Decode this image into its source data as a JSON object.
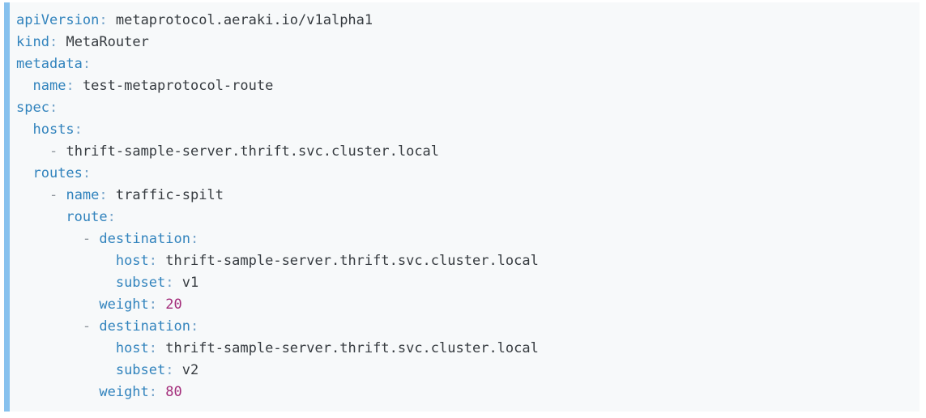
{
  "page": {
    "background_color": "#ffffff"
  },
  "code_block": {
    "language": "yaml",
    "background_color": "#f7f9fa",
    "border_left_color": "#87c1ee",
    "colors": {
      "key": "#3183bd",
      "colon": "#74a3c9",
      "dash": "#8f969c",
      "value": "#363b40",
      "number": "#a32c7a"
    },
    "lines": [
      [
        [
          "key",
          "apiVersion"
        ],
        [
          "colon",
          ":"
        ],
        [
          "ws",
          " "
        ],
        [
          "value",
          "metaprotocol.aeraki.io/v1alpha1"
        ]
      ],
      [
        [
          "key",
          "kind"
        ],
        [
          "colon",
          ":"
        ],
        [
          "ws",
          " "
        ],
        [
          "value",
          "MetaRouter"
        ]
      ],
      [
        [
          "key",
          "metadata"
        ],
        [
          "colon",
          ":"
        ]
      ],
      [
        [
          "ws",
          "  "
        ],
        [
          "key",
          "name"
        ],
        [
          "colon",
          ":"
        ],
        [
          "ws",
          " "
        ],
        [
          "value",
          "test-metaprotocol-route"
        ]
      ],
      [
        [
          "key",
          "spec"
        ],
        [
          "colon",
          ":"
        ]
      ],
      [
        [
          "ws",
          "  "
        ],
        [
          "key",
          "hosts"
        ],
        [
          "colon",
          ":"
        ]
      ],
      [
        [
          "ws",
          "    "
        ],
        [
          "dash",
          "-"
        ],
        [
          "ws",
          " "
        ],
        [
          "value",
          "thrift-sample-server.thrift.svc.cluster.local"
        ]
      ],
      [
        [
          "ws",
          "  "
        ],
        [
          "key",
          "routes"
        ],
        [
          "colon",
          ":"
        ]
      ],
      [
        [
          "ws",
          "    "
        ],
        [
          "dash",
          "-"
        ],
        [
          "ws",
          " "
        ],
        [
          "key",
          "name"
        ],
        [
          "colon",
          ":"
        ],
        [
          "ws",
          " "
        ],
        [
          "value",
          "traffic-spilt"
        ]
      ],
      [
        [
          "ws",
          "      "
        ],
        [
          "key",
          "route"
        ],
        [
          "colon",
          ":"
        ]
      ],
      [
        [
          "ws",
          "        "
        ],
        [
          "dash",
          "-"
        ],
        [
          "ws",
          " "
        ],
        [
          "key",
          "destination"
        ],
        [
          "colon",
          ":"
        ]
      ],
      [
        [
          "ws",
          "            "
        ],
        [
          "key",
          "host"
        ],
        [
          "colon",
          ":"
        ],
        [
          "ws",
          " "
        ],
        [
          "value",
          "thrift-sample-server.thrift.svc.cluster.local"
        ]
      ],
      [
        [
          "ws",
          "            "
        ],
        [
          "key",
          "subset"
        ],
        [
          "colon",
          ":"
        ],
        [
          "ws",
          " "
        ],
        [
          "value",
          "v1"
        ]
      ],
      [
        [
          "ws",
          "          "
        ],
        [
          "key",
          "weight"
        ],
        [
          "colon",
          ":"
        ],
        [
          "ws",
          " "
        ],
        [
          "number",
          "20"
        ]
      ],
      [
        [
          "ws",
          "        "
        ],
        [
          "dash",
          "-"
        ],
        [
          "ws",
          " "
        ],
        [
          "key",
          "destination"
        ],
        [
          "colon",
          ":"
        ]
      ],
      [
        [
          "ws",
          "            "
        ],
        [
          "key",
          "host"
        ],
        [
          "colon",
          ":"
        ],
        [
          "ws",
          " "
        ],
        [
          "value",
          "thrift-sample-server.thrift.svc.cluster.local"
        ]
      ],
      [
        [
          "ws",
          "            "
        ],
        [
          "key",
          "subset"
        ],
        [
          "colon",
          ":"
        ],
        [
          "ws",
          " "
        ],
        [
          "value",
          "v2"
        ]
      ],
      [
        [
          "ws",
          "          "
        ],
        [
          "key",
          "weight"
        ],
        [
          "colon",
          ":"
        ],
        [
          "ws",
          " "
        ],
        [
          "number",
          "80"
        ]
      ]
    ]
  }
}
